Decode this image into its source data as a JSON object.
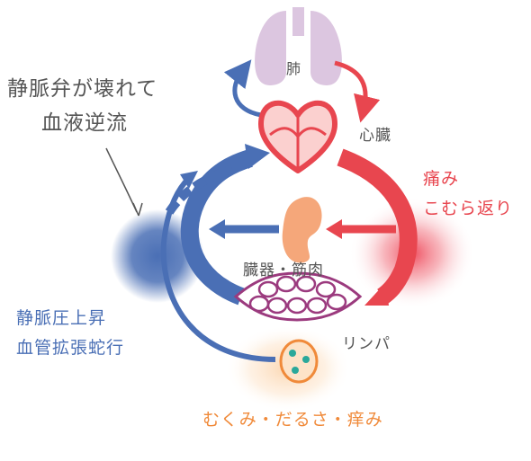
{
  "callout": {
    "line1": "静脈弁が壊れて",
    "line2": "血液逆流"
  },
  "organs": {
    "lung": "肺",
    "heart": "心臓",
    "organs_muscle": "臓器・筋肉",
    "lymph": "リンパ"
  },
  "symptoms": {
    "arterial_line1": "痛み",
    "arterial_line2": "こむら返り",
    "venous_line1": "静脈圧上昇",
    "venous_line2": "血管拡張蛇行",
    "lymph": "むくみ・だるさ・痒み"
  },
  "colors": {
    "arterial": "#e8464f",
    "venous": "#4a6fb5",
    "lymph": "#f08a3a",
    "lung": "#dcc6e0",
    "kidney": "#f5a77a",
    "muscle": "#9b3a7e",
    "text": "#555555"
  }
}
